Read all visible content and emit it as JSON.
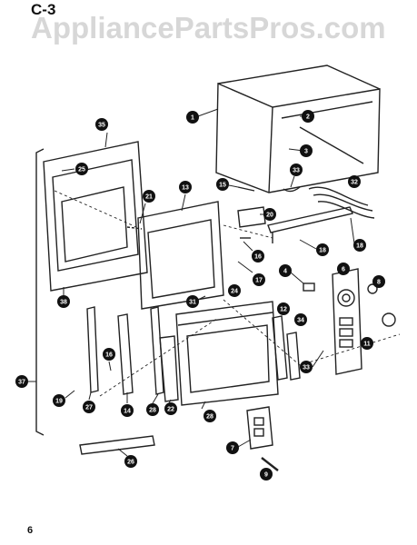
{
  "header": {
    "section": "C-3",
    "watermark": "AppliancePartsPros.com"
  },
  "footer": {
    "page_number": "6"
  },
  "callouts": [
    "1",
    "2",
    "3",
    "4",
    "6",
    "7",
    "8",
    "9",
    "11",
    "12",
    "13",
    "14",
    "15",
    "16",
    "16",
    "17",
    "18",
    "18",
    "19",
    "20",
    "21",
    "22",
    "24",
    "25",
    "26",
    "27",
    "28",
    "28",
    "31",
    "32",
    "33",
    "34",
    "35",
    "37",
    "38",
    "33"
  ]
}
